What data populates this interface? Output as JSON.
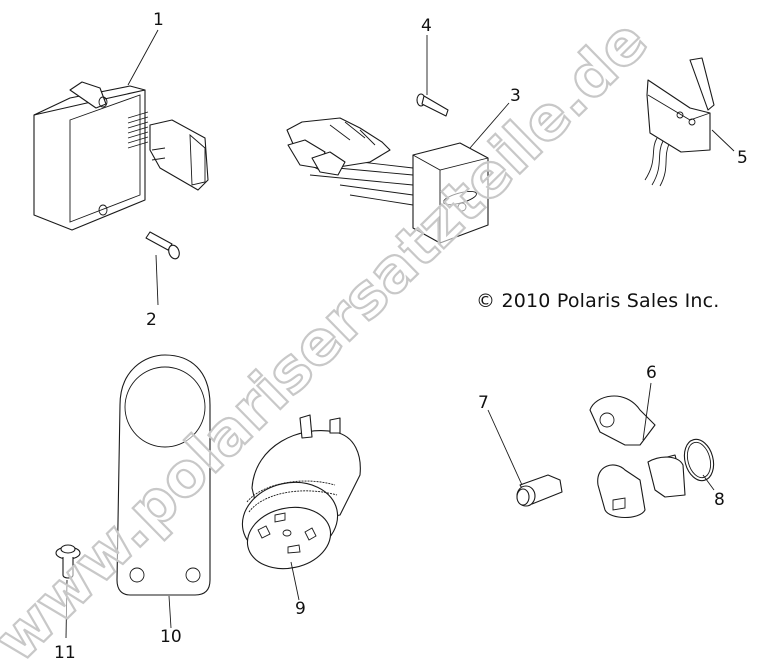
{
  "diagram": {
    "title": "Electrical parts exploded view",
    "copyright": "© 2010 Polaris Sales Inc.",
    "watermark": "www.polarisersatzteile.de",
    "callouts": [
      {
        "number": "1",
        "part": "module-box"
      },
      {
        "number": "2",
        "part": "pin"
      },
      {
        "number": "3",
        "part": "wiring-harness-module"
      },
      {
        "number": "4",
        "part": "pin"
      },
      {
        "number": "5",
        "part": "switch-bracket"
      },
      {
        "number": "6",
        "part": "speed-sensor"
      },
      {
        "number": "7",
        "part": "bolt"
      },
      {
        "number": "8",
        "part": "o-ring"
      },
      {
        "number": "9",
        "part": "horn-buzzer"
      },
      {
        "number": "10",
        "part": "mounting-bracket"
      },
      {
        "number": "11",
        "part": "screw"
      }
    ]
  }
}
